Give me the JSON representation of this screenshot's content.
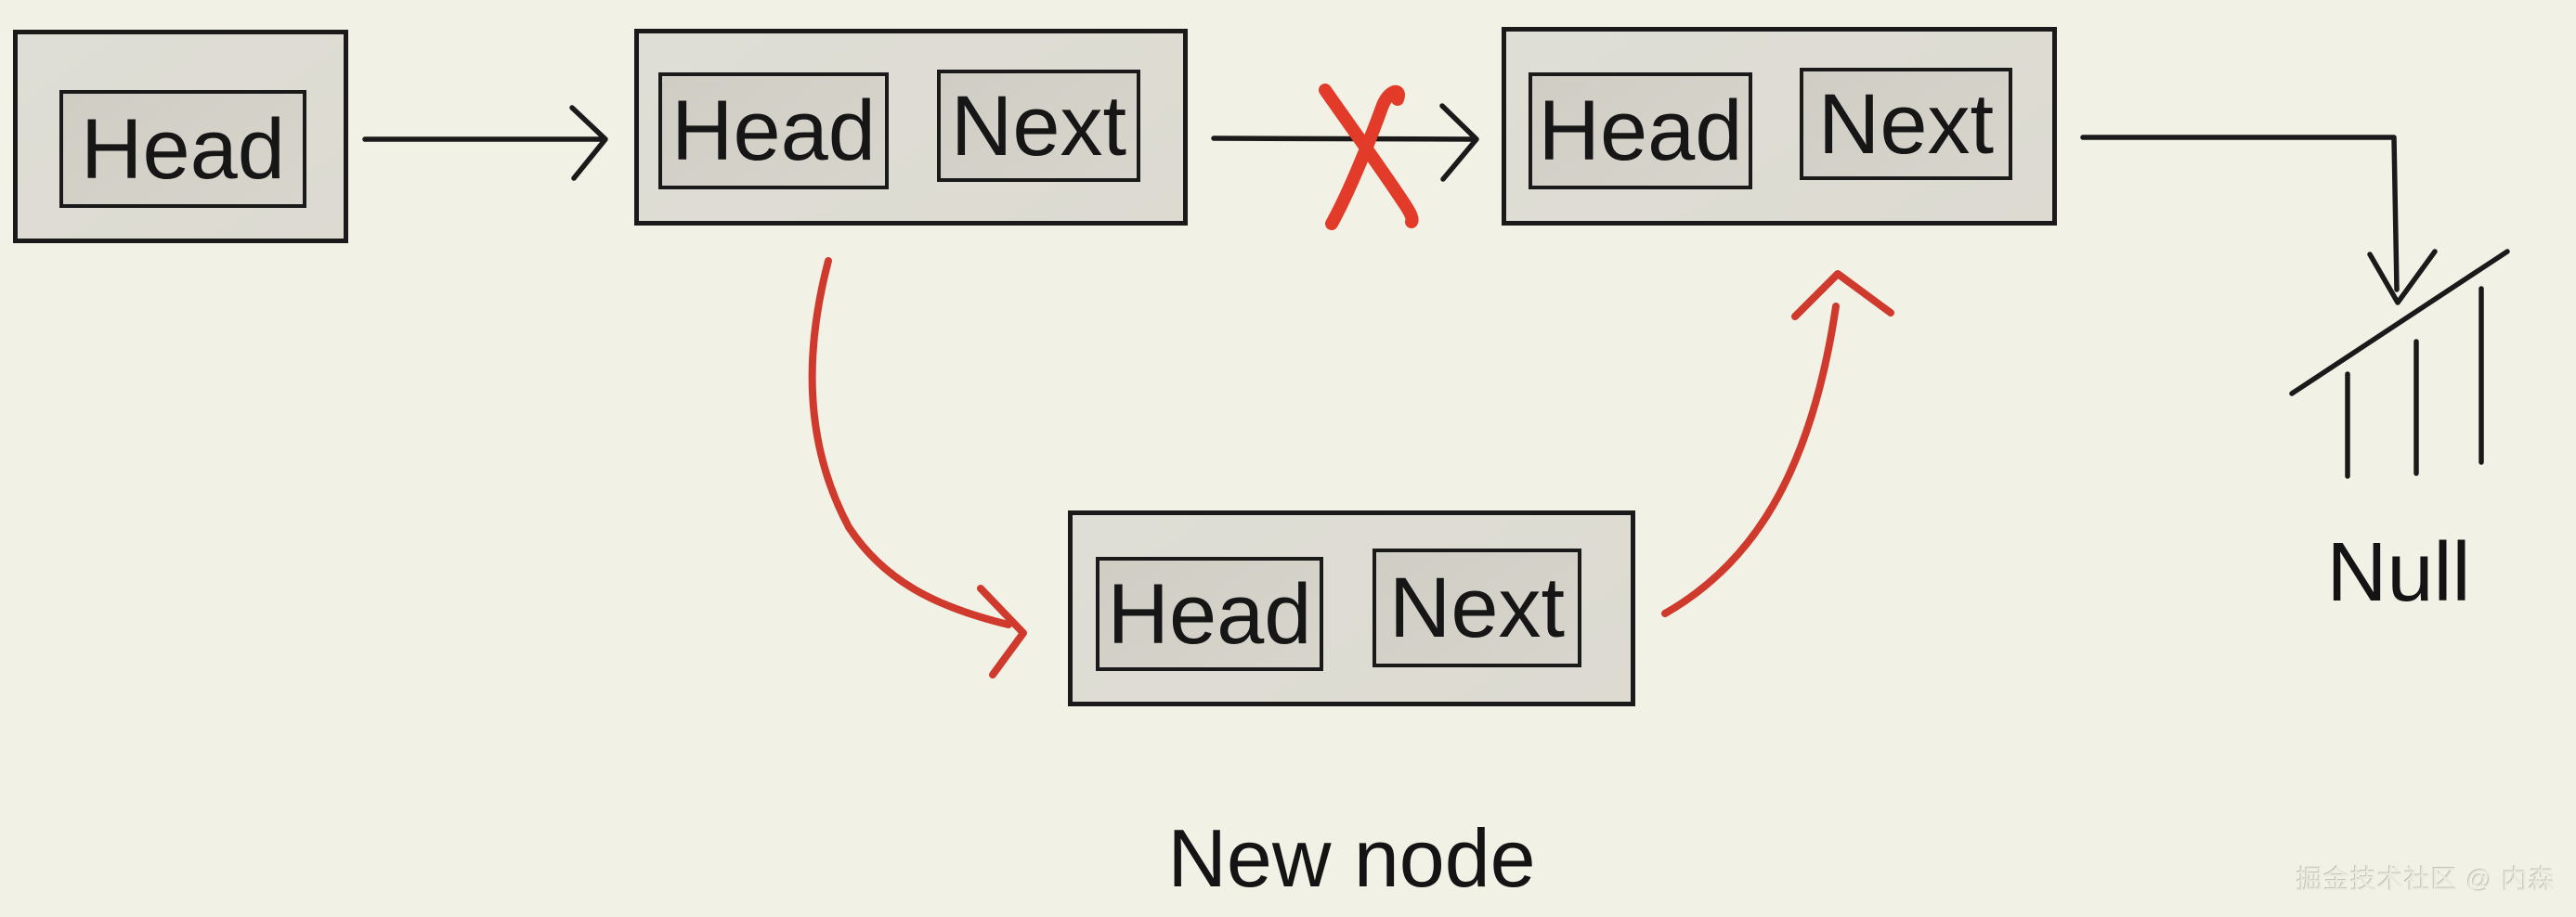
{
  "diagram": {
    "head_pointer": {
      "label": "Head"
    },
    "node1": {
      "head": "Head",
      "next": "Next"
    },
    "node2": {
      "head": "Head",
      "next": "Next"
    },
    "new_node": {
      "head": "Head",
      "next": "Next",
      "caption": "New node"
    },
    "null_label": "Null",
    "watermark": "掘金技术社区 @ 内森",
    "colors": {
      "background": "#f2f1e6",
      "node_fill": "#dedcd4",
      "cell_fill": "#d2d0c7",
      "border": "#1a1a1a",
      "arrow_black": "#1a1a1a",
      "arrow_red": "#cf3a2d",
      "cross_red": "#e33b29"
    }
  }
}
